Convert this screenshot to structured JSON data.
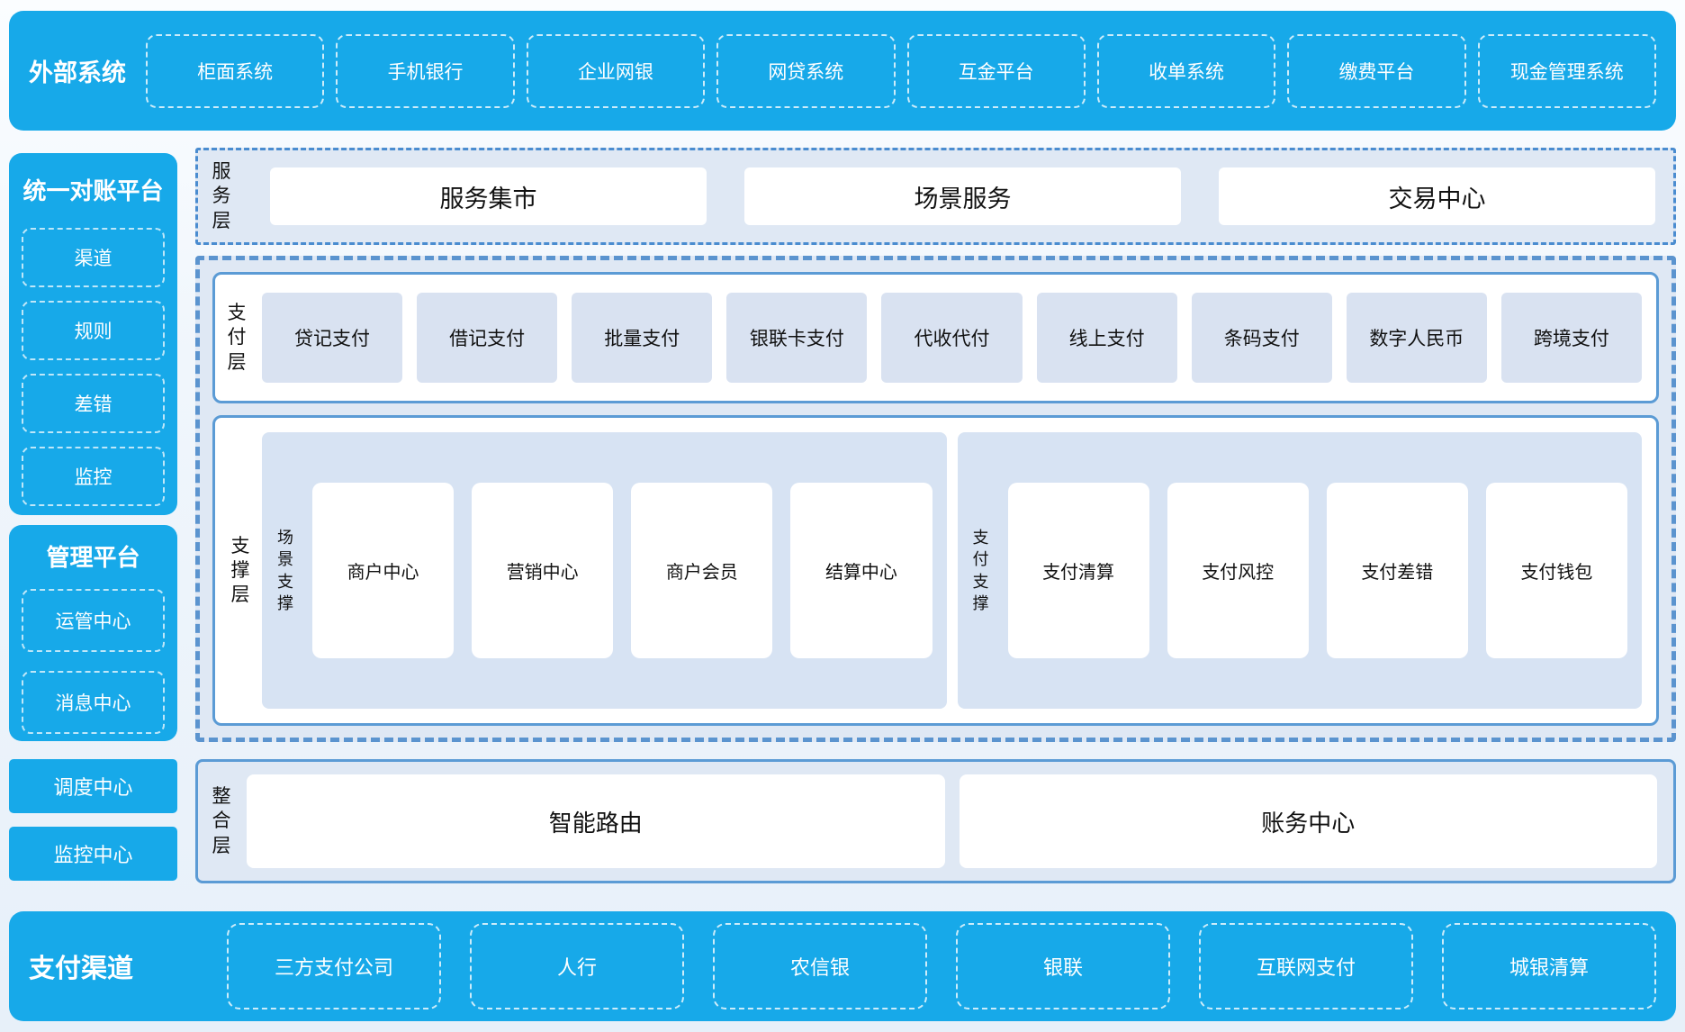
{
  "colors": {
    "accent_blue": "#17a9e9",
    "panel_fill": "#dfe8f4",
    "item_fill": "#d9e2f1",
    "group_fill": "#d7e3f3",
    "panel_border": "#5b9bd5"
  },
  "top_bar": {
    "title": "外部系统",
    "items": [
      "柜面系统",
      "手机银行",
      "企业网银",
      "网贷系统",
      "互金平台",
      "收单系统",
      "缴费平台",
      "现金管理系统"
    ]
  },
  "sidebar": {
    "panels": [
      {
        "title": "统一对账平台",
        "items": [
          "渠道",
          "规则",
          "差错",
          "监控"
        ]
      },
      {
        "title": "管理平台",
        "items": [
          "运管中心",
          "消息中心"
        ]
      }
    ],
    "solo_boxes": [
      "调度中心",
      "监控中心"
    ]
  },
  "layers": {
    "service": {
      "label": "服务层",
      "items": [
        "服务集市",
        "场景服务",
        "交易中心"
      ]
    },
    "payment": {
      "label": "支付层",
      "items": [
        "贷记支付",
        "借记支付",
        "批量支付",
        "银联卡支付",
        "代收代付",
        "线上支付",
        "条码支付",
        "数字人民币",
        "跨境支付"
      ]
    },
    "support": {
      "label": "支撑层",
      "groups": [
        {
          "label": "场景支撑",
          "items": [
            "商户中心",
            "营销中心",
            "商户会员",
            "结算中心"
          ]
        },
        {
          "label": "支付支撑",
          "items": [
            "支付清算",
            "支付风控",
            "支付差错",
            "支付钱包"
          ]
        }
      ]
    },
    "integration": {
      "label": "整合层",
      "items": [
        "智能路由",
        "账务中心"
      ]
    }
  },
  "bottom_bar": {
    "title": "支付渠道",
    "items": [
      "三方支付公司",
      "人行",
      "农信银",
      "银联",
      "互联网支付",
      "城银清算"
    ]
  }
}
